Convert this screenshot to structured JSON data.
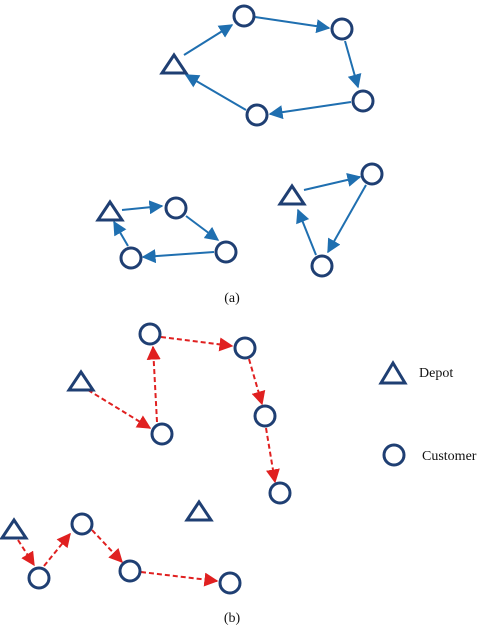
{
  "captions": {
    "a": "(a)",
    "b": "(b)"
  },
  "legend": {
    "depot_label": "Depot",
    "customer_label": "Customer"
  },
  "colors": {
    "node_stroke": "#1f3f73",
    "solid_route": "#1f6fb0",
    "dashed_route": "#e02020"
  },
  "panel_a": {
    "routes": [
      {
        "name": "route-1",
        "style": "solid"
      },
      {
        "name": "route-2",
        "style": "solid"
      },
      {
        "name": "route-3",
        "style": "solid"
      }
    ]
  },
  "panel_b": {
    "routes": [
      {
        "name": "route-1",
        "style": "dashed"
      },
      {
        "name": "route-2",
        "style": "dashed"
      }
    ],
    "unserved_depots": 1
  }
}
